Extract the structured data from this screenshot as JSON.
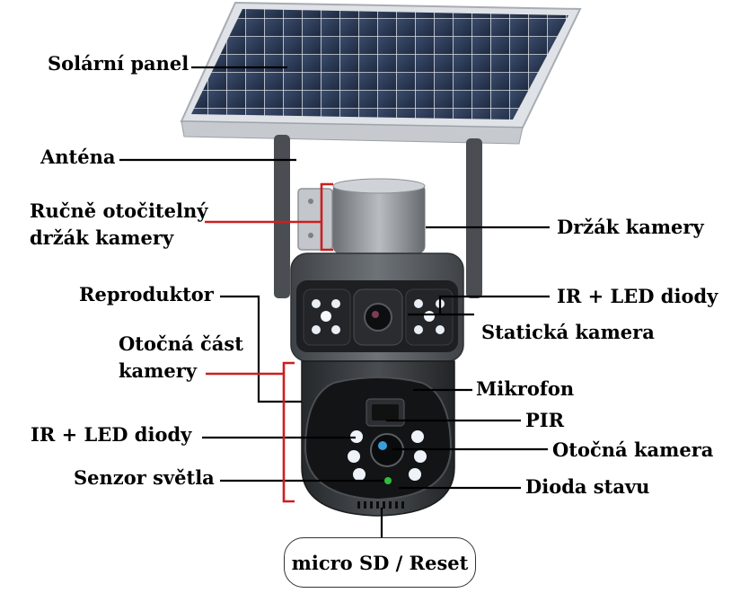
{
  "labels": {
    "solar_panel": "Solární panel",
    "antenna": "Anténa",
    "manual_mount_line1": "Ručně otočitelný",
    "manual_mount_line2": "držák kamery",
    "camera_holder": "Držák kamery",
    "speaker": "Reproduktor",
    "ir_led_top": "IR + LED diody",
    "static_camera": "Statická kamera",
    "rotating_part_line1": "Otočná část",
    "rotating_part_line2": "kamery",
    "microphone": "Mikrofon",
    "pir": "PIR",
    "ir_led_bottom": "IR + LED diody",
    "rotating_camera": "Otočná kamera",
    "light_sensor": "Senzor světla",
    "status_led": "Dioda stavu",
    "sd_reset": "micro SD / Reset"
  },
  "colors": {
    "leader_line": "#000000",
    "bracket": "#cc1f1f",
    "panel_frame": "#d9dce0",
    "solar_cell": "#2b3a55",
    "camera_body": "#5b5f63",
    "camera_dark": "#1c1e20",
    "led": "#e9f0f7"
  }
}
